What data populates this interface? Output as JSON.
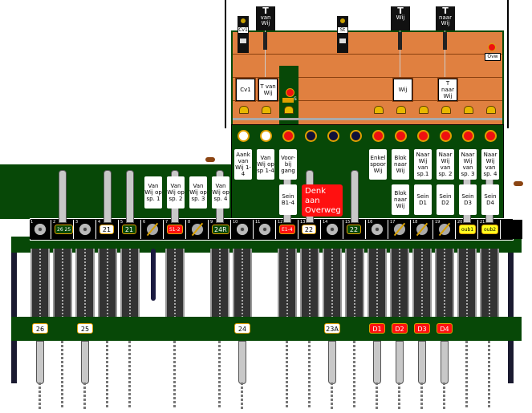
{
  "signals_top": [
    {
      "type": "small",
      "label": "Cv1"
    },
    {
      "type": "T",
      "label": "T",
      "sub": "van Wij"
    },
    {
      "type": "small",
      "label": "St"
    },
    {
      "type": "T",
      "label": "T",
      "sub": "Wij"
    },
    {
      "type": "T",
      "label": "T",
      "sub": "naar Wij"
    }
  ],
  "orange_panel": {
    "cards": [
      "Cv1",
      "T van Wij",
      "Wij",
      "T naar Wij"
    ],
    "ovw_label": "Ovw",
    "s_label": "S"
  },
  "green_panel": {
    "indicators": [
      "white",
      "white",
      "red",
      "dark",
      "dark",
      "dark",
      "red",
      "red",
      "red",
      "red",
      "red",
      "red"
    ],
    "row1": [
      "Aank van Wij 1-4",
      "Van Wij op sp 1-4",
      "Voor-bij gang",
      "",
      "",
      "",
      "Enkel spoor Wij",
      "Blok naar Wij",
      "Naar Wij van sp.1",
      "Naar Wij van sp. 2",
      "Naar Wij van sp. 3",
      "Naar Wij van sp. 4"
    ],
    "row2": [
      "",
      "",
      "Sein B1-4",
      "",
      "",
      "",
      "",
      "Blok naar Wij",
      "Sein D1",
      "Sein D2",
      "Sein D3",
      "Sein D4"
    ],
    "warning": "Denk aan Overweg"
  },
  "left_panel": {
    "cards": [
      "Van Wij op sp. 1",
      "Van Wij op sp. 2",
      "Van Wij op sp. 3",
      "Van Wij op sp. 4"
    ]
  },
  "slots": [
    {
      "n": "1",
      "kind": "disc"
    },
    {
      "n": "2",
      "kind": "lever",
      "tag": "26 25",
      "tag_color": "green"
    },
    {
      "n": "3",
      "kind": "disc"
    },
    {
      "n": "4",
      "kind": "lever",
      "tag": "21",
      "tag_color": "white"
    },
    {
      "n": "5",
      "kind": "lever",
      "tag": "21",
      "tag_color": "green"
    },
    {
      "n": "6",
      "kind": "key"
    },
    {
      "n": "7",
      "kind": "lever",
      "tag": "S1-2",
      "tag_color": "red"
    },
    {
      "n": "8",
      "kind": "key"
    },
    {
      "n": "9",
      "kind": "lever",
      "tag": "24R",
      "tag_color": "green"
    },
    {
      "n": "10",
      "kind": "disc"
    },
    {
      "n": "11",
      "kind": "disc"
    },
    {
      "n": "12",
      "kind": "lever",
      "tag": "E1-4",
      "tag_color": "red"
    },
    {
      "n": "13",
      "kind": "lever",
      "tag": "22",
      "tag_color": "white"
    },
    {
      "n": "14",
      "kind": "disc"
    },
    {
      "n": "15",
      "kind": "lever",
      "tag": "22",
      "tag_color": "green"
    },
    {
      "n": "16",
      "kind": "disc"
    },
    {
      "n": "17",
      "kind": "key"
    },
    {
      "n": "18",
      "kind": "key"
    },
    {
      "n": "19",
      "kind": "key"
    },
    {
      "n": "20",
      "kind": "lever",
      "tag": "oub1",
      "tag_color": "yellow"
    },
    {
      "n": "21",
      "kind": "lever",
      "tag": "oub2",
      "tag_color": "yellow"
    }
  ],
  "bottom_tags": [
    {
      "slot": 1,
      "label": "26",
      "color": "white"
    },
    {
      "slot": 3,
      "label": "25",
      "color": "white"
    },
    {
      "slot": 10,
      "label": "24",
      "color": "white"
    },
    {
      "slot": 14,
      "label": "23A",
      "color": "white"
    },
    {
      "slot": 16,
      "label": "D1",
      "color": "red"
    },
    {
      "slot": 17,
      "label": "D2",
      "color": "red"
    },
    {
      "slot": 18,
      "label": "D3",
      "color": "red"
    },
    {
      "slot": 19,
      "label": "D4",
      "color": "red"
    }
  ],
  "colors": {
    "frame": "#074807",
    "panel": "#e08040",
    "red": "#ff1010",
    "yellow": "#ffff20",
    "white": "#ffffff",
    "green": "#074807"
  }
}
